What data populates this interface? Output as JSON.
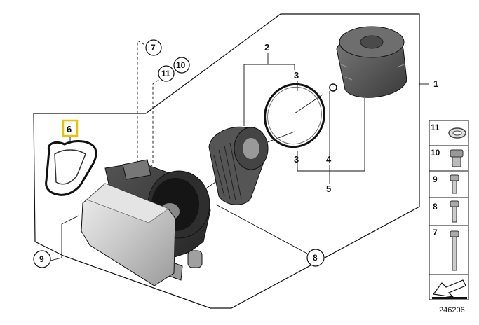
{
  "diagram": {
    "parts": [
      {
        "id": "p1",
        "label": "1"
      },
      {
        "id": "p2",
        "label": "2"
      },
      {
        "id": "p3a",
        "label": "3"
      },
      {
        "id": "p3b",
        "label": "3"
      },
      {
        "id": "p4",
        "label": "4"
      },
      {
        "id": "p5",
        "label": "5"
      },
      {
        "id": "p6",
        "label": "6"
      },
      {
        "id": "p7",
        "label": "7"
      },
      {
        "id": "p8",
        "label": "8"
      },
      {
        "id": "p9",
        "label": "9"
      },
      {
        "id": "p10",
        "label": "10"
      },
      {
        "id": "p11",
        "label": "11"
      }
    ],
    "side_panel": [
      {
        "label": "11"
      },
      {
        "label": "10"
      },
      {
        "label": "9"
      },
      {
        "label": "8"
      },
      {
        "label": "7"
      }
    ],
    "diagram_number": "246206",
    "colors": {
      "highlight": "#e8c400",
      "line": "#111111",
      "part_fill": "#d4d4d4"
    }
  }
}
